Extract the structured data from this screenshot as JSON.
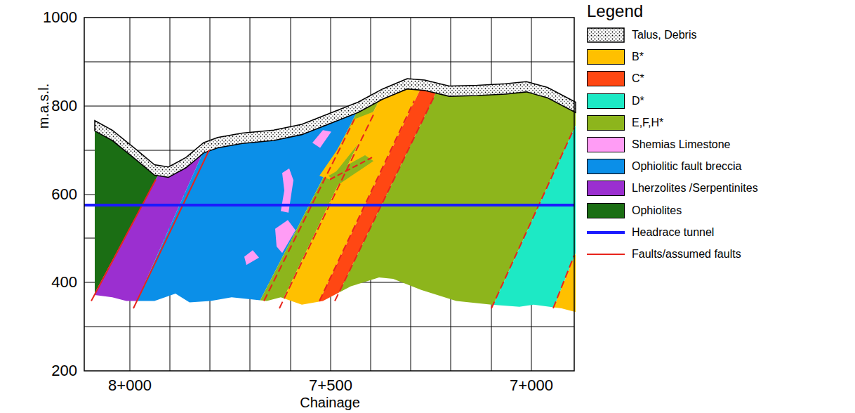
{
  "diagram": {
    "labels": [
      "1000",
      "800",
      "600",
      "400",
      "200",
      "m.a.s.l.",
      "8+000",
      "7+500",
      "7+000",
      "Chainage",
      "Legend"
    ],
    "legend": [
      {
        "text": "Talus, Debris"
      },
      {
        "text": "B*",
        "color": "#ffc000"
      },
      {
        "text": "C*",
        "color": "#ff4713"
      },
      {
        "text": "D*",
        "color": "#1de9c5"
      },
      {
        "text": "E,F,H*",
        "color": "#8db51c"
      },
      {
        "text": "Shemias Limestone",
        "color": "#ff9cf5"
      },
      {
        "text": "Ophiolitic fault breccia",
        "color": "#0b8fe8"
      },
      {
        "text": "Lherzolites /Serpentinites",
        "color": "#9b2fd0"
      },
      {
        "text": "Ophiolites",
        "color": "#1b6e14"
      },
      {
        "text": "Headrace tunnel"
      },
      {
        "text": "Faults/assumed faults"
      }
    ]
  }
}
